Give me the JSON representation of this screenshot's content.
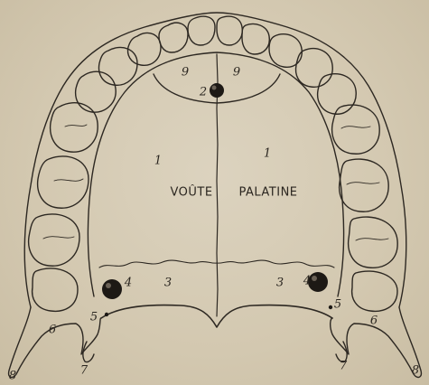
{
  "caption": {
    "left_word": "VOÛTE",
    "right_word": "PALATINE"
  },
  "labels": {
    "n9_left": "9",
    "n9_right": "9",
    "n2": "2",
    "n1_left": "1",
    "n1_right": "1",
    "n4_left": "4",
    "n4_right": "4",
    "n3_left": "3",
    "n3_right": "3",
    "n5_left": "5",
    "n5_right": "5",
    "n6_left": "6",
    "n6_right": "6",
    "n7_left": "7",
    "n7_right": "7",
    "n8_left": "8",
    "n8_right": "8"
  }
}
